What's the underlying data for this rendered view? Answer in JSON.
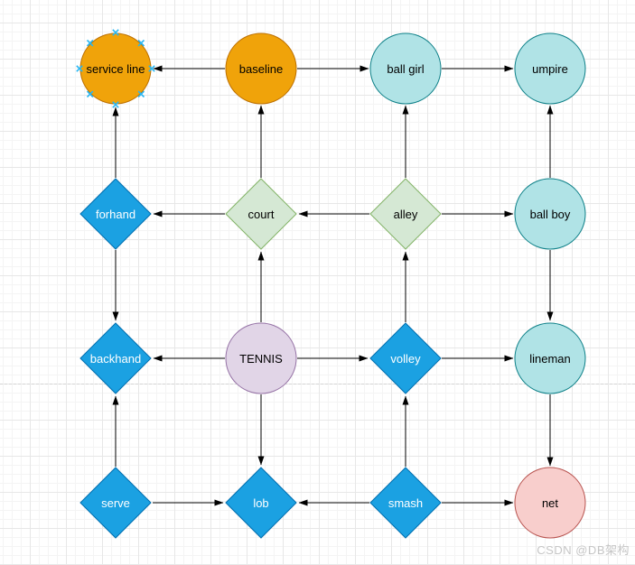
{
  "canvas": {
    "background": "#ffffff",
    "grid_minor_color": "#f4f4f4",
    "grid_major_color": "#e7e7e7",
    "page_break_color": "#d4d4d4"
  },
  "edge_color": "#000000",
  "selection": {
    "node": "service_line",
    "handle_color": "#29b6f2"
  },
  "palette": {
    "orange": {
      "fill": "#f0a30a",
      "stroke": "#bd7000"
    },
    "teal": {
      "fill": "#b0e3e6",
      "stroke": "#0e8088"
    },
    "green": {
      "fill": "#d5e8d4",
      "stroke": "#82b366"
    },
    "blue": {
      "fill": "#1ba1e2",
      "stroke": "#006eaf"
    },
    "purple": {
      "fill": "#e1d5e7",
      "stroke": "#9673a6"
    },
    "red": {
      "fill": "#f8cecc",
      "stroke": "#b85450"
    }
  },
  "nodes": {
    "service_line": {
      "label": "service line",
      "shape": "circle",
      "color": "orange"
    },
    "baseline": {
      "label": "baseline",
      "shape": "circle",
      "color": "orange"
    },
    "ball_girl": {
      "label": "ball girl",
      "shape": "circle",
      "color": "teal"
    },
    "umpire": {
      "label": "umpire",
      "shape": "circle",
      "color": "teal"
    },
    "forhand": {
      "label": "forhand",
      "shape": "diamond",
      "color": "blue"
    },
    "court": {
      "label": "court",
      "shape": "diamond",
      "color": "green"
    },
    "alley": {
      "label": "alley",
      "shape": "diamond",
      "color": "green"
    },
    "ball_boy": {
      "label": "ball boy",
      "shape": "circle",
      "color": "teal"
    },
    "backhand": {
      "label": "backhand",
      "shape": "diamond",
      "color": "blue"
    },
    "tennis": {
      "label": "TENNIS",
      "shape": "circle",
      "color": "purple"
    },
    "volley": {
      "label": "volley",
      "shape": "diamond",
      "color": "blue"
    },
    "lineman": {
      "label": "lineman",
      "shape": "circle",
      "color": "teal"
    },
    "serve": {
      "label": "serve",
      "shape": "diamond",
      "color": "blue"
    },
    "lob": {
      "label": "lob",
      "shape": "diamond",
      "color": "blue"
    },
    "smash": {
      "label": "smash",
      "shape": "diamond",
      "color": "blue"
    },
    "net": {
      "label": "net",
      "shape": "circle",
      "color": "red"
    }
  },
  "edges": [
    {
      "from": "baseline",
      "to": "service_line"
    },
    {
      "from": "baseline",
      "to": "ball_girl"
    },
    {
      "from": "ball_girl",
      "to": "umpire"
    },
    {
      "from": "court",
      "to": "forhand"
    },
    {
      "from": "alley",
      "to": "court"
    },
    {
      "from": "alley",
      "to": "ball_boy"
    },
    {
      "from": "tennis",
      "to": "backhand"
    },
    {
      "from": "tennis",
      "to": "volley"
    },
    {
      "from": "volley",
      "to": "lineman"
    },
    {
      "from": "serve",
      "to": "lob"
    },
    {
      "from": "smash",
      "to": "lob"
    },
    {
      "from": "smash",
      "to": "net"
    },
    {
      "from": "forhand",
      "to": "service_line"
    },
    {
      "from": "forhand",
      "to": "backhand"
    },
    {
      "from": "serve",
      "to": "backhand"
    },
    {
      "from": "court",
      "to": "baseline"
    },
    {
      "from": "tennis",
      "to": "court"
    },
    {
      "from": "tennis",
      "to": "lob"
    },
    {
      "from": "alley",
      "to": "ball_girl"
    },
    {
      "from": "volley",
      "to": "alley"
    },
    {
      "from": "smash",
      "to": "volley"
    },
    {
      "from": "ball_boy",
      "to": "umpire"
    },
    {
      "from": "ball_boy",
      "to": "lineman"
    },
    {
      "from": "lineman",
      "to": "net"
    }
  ],
  "watermark": {
    "text": "CSDN @DB架构",
    "color": "#c6c6c6"
  }
}
